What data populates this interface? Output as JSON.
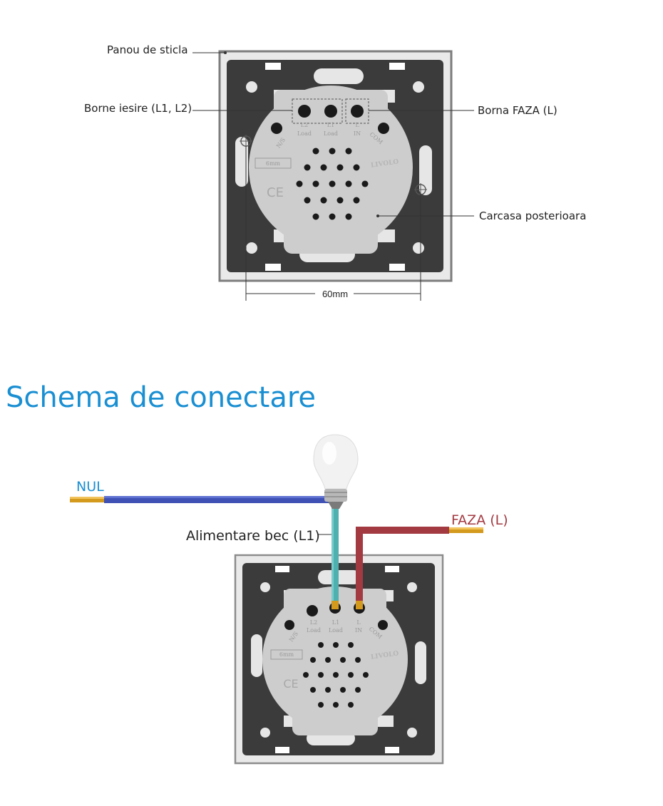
{
  "diagram1": {
    "labels": {
      "glass_panel": "Panou de sticla",
      "output_terminals": "Borne iesire (L1, L2)",
      "phase_terminal": "Borna FAZA (L)",
      "back_housing": "Carcasa posterioara",
      "width": "60mm"
    },
    "terminal_marks": {
      "ns": "N/S",
      "l2": "L2",
      "l1": "L1",
      "l": "L",
      "load": "Load",
      "in": "IN",
      "com": "COM",
      "brand": "LIVOLO",
      "ce": "CE",
      "ruler": "6mm"
    }
  },
  "section_title": "Schema de conectare",
  "diagram2": {
    "neutral_label": "NUL",
    "phase_label": "FAZA (L)",
    "bulb_supply_label": "Alimentare bec (L1)"
  },
  "colors": {
    "title_blue": "#1a8fd2",
    "neutral_wire": "#3f51b5",
    "phase_wire": "#a33a42",
    "bulb_wire": "#4fb0b0",
    "frame_grey": "#8c8c8c",
    "plate_dark": "#3d3d3d",
    "housing_grey": "#cfcfcf"
  }
}
